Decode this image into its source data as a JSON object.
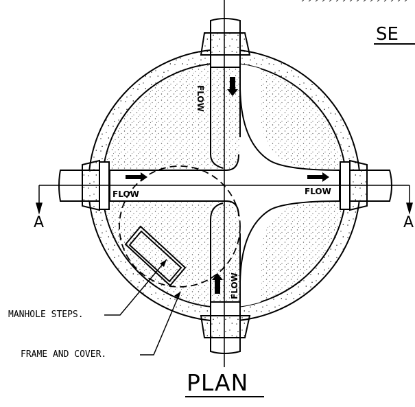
{
  "drawing": {
    "view_title": "PLAN",
    "section_title_partial": "SE",
    "flow_label": "FLOW",
    "section_marker": "A",
    "callouts": {
      "steps": "MANHOLE STEPS.",
      "frame": "FRAME AND COVER."
    }
  },
  "colors": {
    "line": "#000000",
    "background": "#ffffff",
    "fill_stipple": "#666666"
  },
  "icons": [
    "flow-arrow-icon",
    "section-cut-arrow-icon"
  ]
}
